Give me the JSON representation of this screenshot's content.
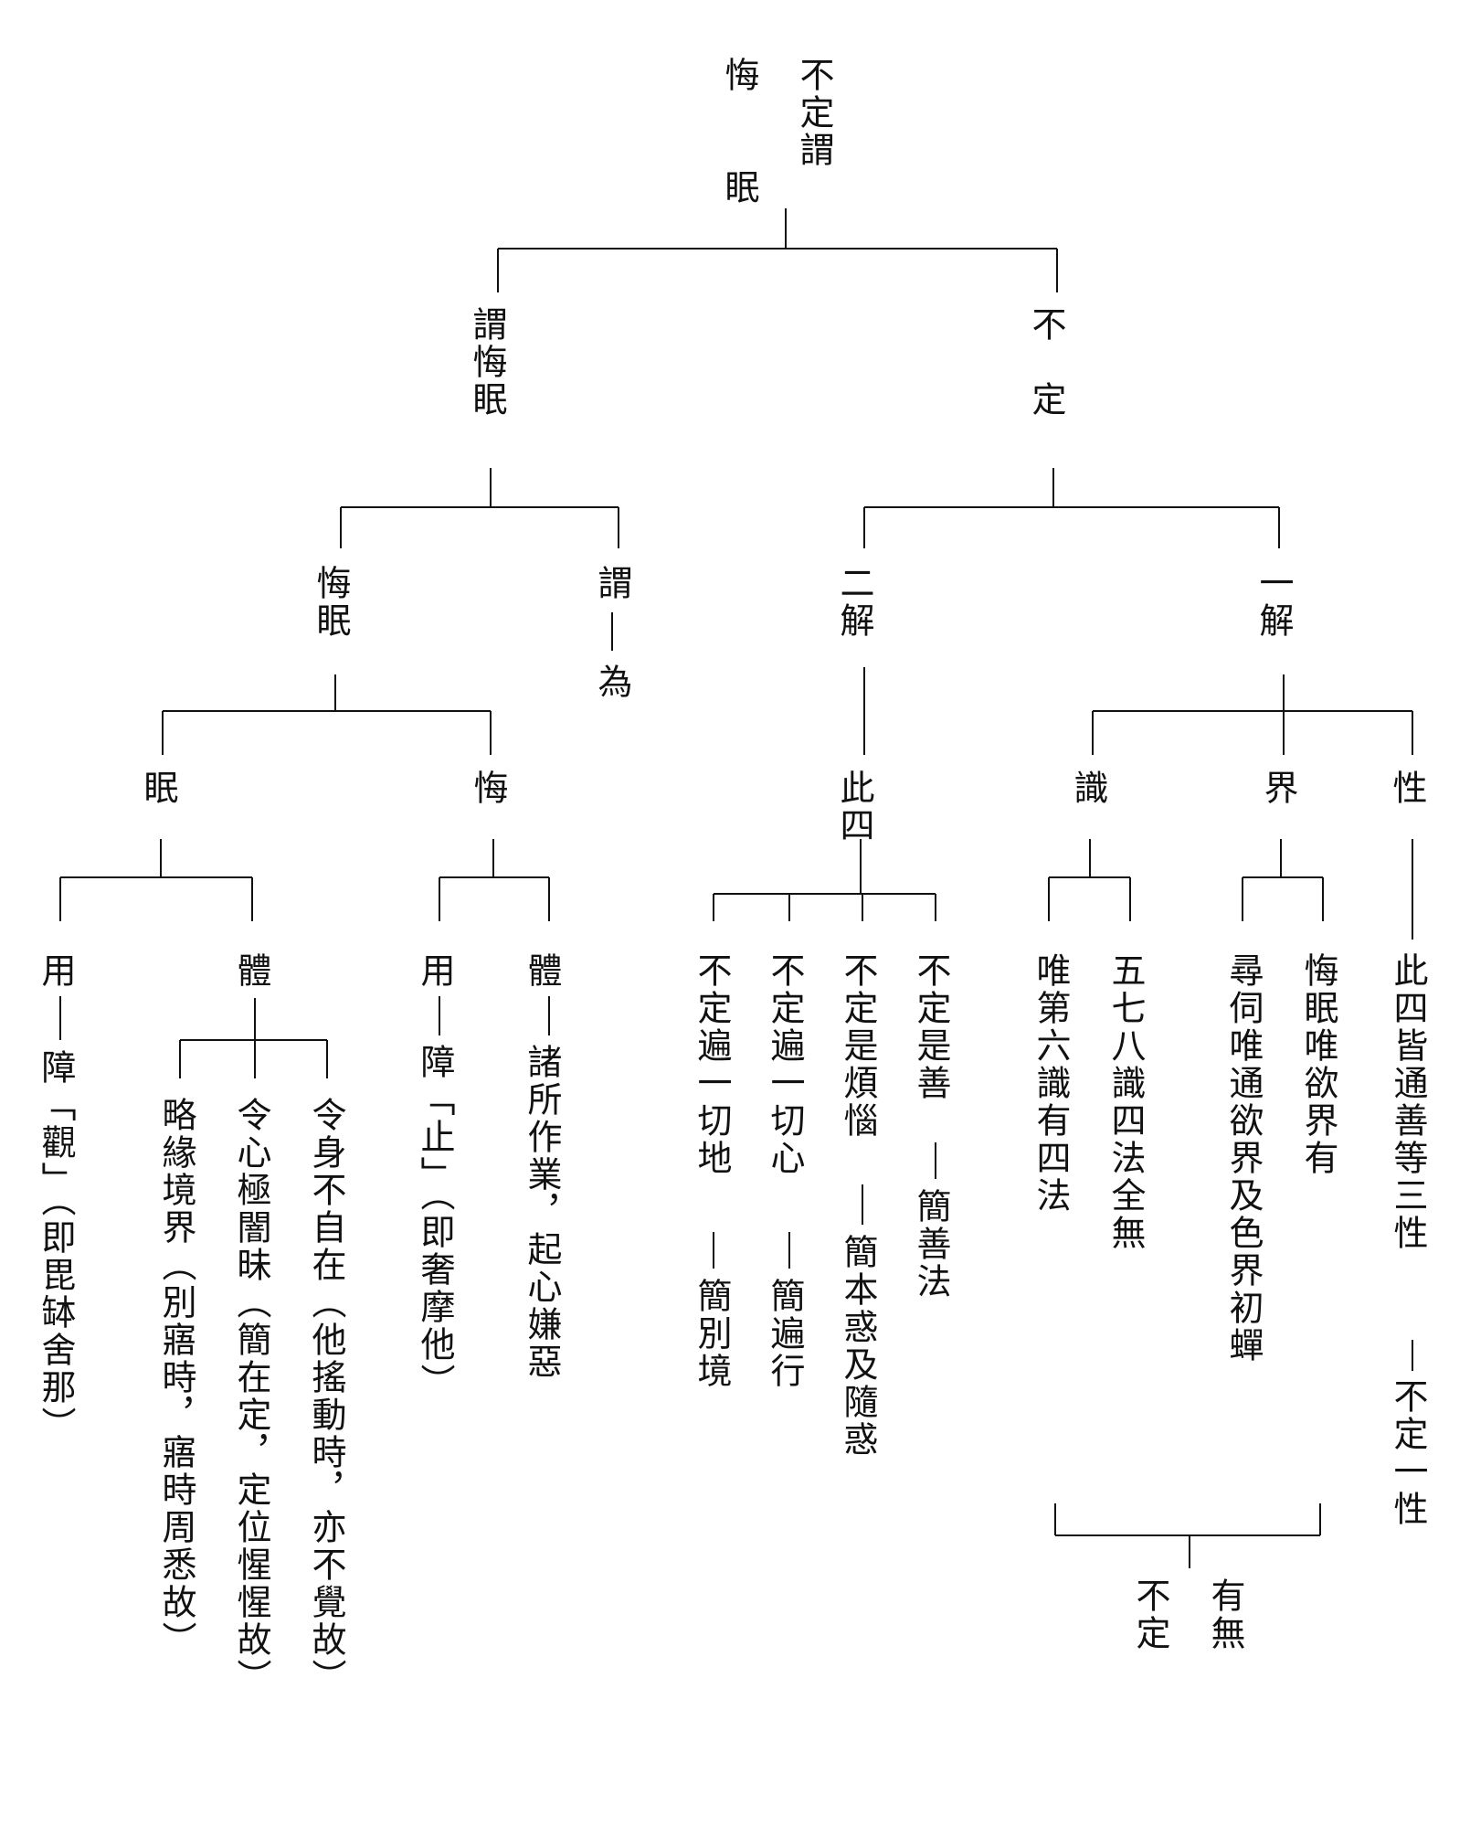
{
  "colors": {
    "ink": "#111111",
    "background": "#ffffff"
  },
  "title": {
    "col1": "不定謂",
    "col2": "悔　　眠"
  },
  "level1": {
    "left": "謂悔眠",
    "right": "不定"
  },
  "level2": {
    "regret_sleep": "悔眠",
    "wei": "謂",
    "wei_means": "為",
    "two_exp": "二解",
    "one_exp": "一解"
  },
  "level3": {
    "sleep": "眠",
    "regret": "悔",
    "these_four": "此四",
    "consciousness": "識",
    "realm": "界",
    "nature": "性"
  },
  "sleep_branch": {
    "use_head": "用",
    "use_text": "障「觀」（即毘缽舍那）",
    "body_head": "體",
    "body_items": [
      "令身不自在（他搖動時，亦不覺故）",
      "令心極闇昧（簡在定，定位惺惺故）",
      "略緣境界（別寤時，寤時周悉故）"
    ]
  },
  "regret_branch": {
    "use_head": "用",
    "use_text": "障「止」（即奢摩他）",
    "body_head": "體",
    "body_text": "諸所作業，起心嫌惡"
  },
  "four_branch": {
    "items": [
      {
        "head": "不定是善",
        "tail": "簡善法"
      },
      {
        "head": "不定是煩惱",
        "tail": "簡本惑及隨惑"
      },
      {
        "head": "不定遍一切心",
        "tail": "簡遍行"
      },
      {
        "head": "不定遍一切地",
        "tail": "簡別境"
      }
    ]
  },
  "one_branch": {
    "consciousness": {
      "a": "五七八識四法全無",
      "b": "唯第六識有四法"
    },
    "realm": {
      "a": "悔眠唯欲界有",
      "b": "尋伺唯通欲界及色界初蟬"
    },
    "nature_head": "此四皆通善等三性",
    "nature_tail": "不定一性",
    "bottom": {
      "col1": "有無",
      "col2": "不定"
    }
  }
}
